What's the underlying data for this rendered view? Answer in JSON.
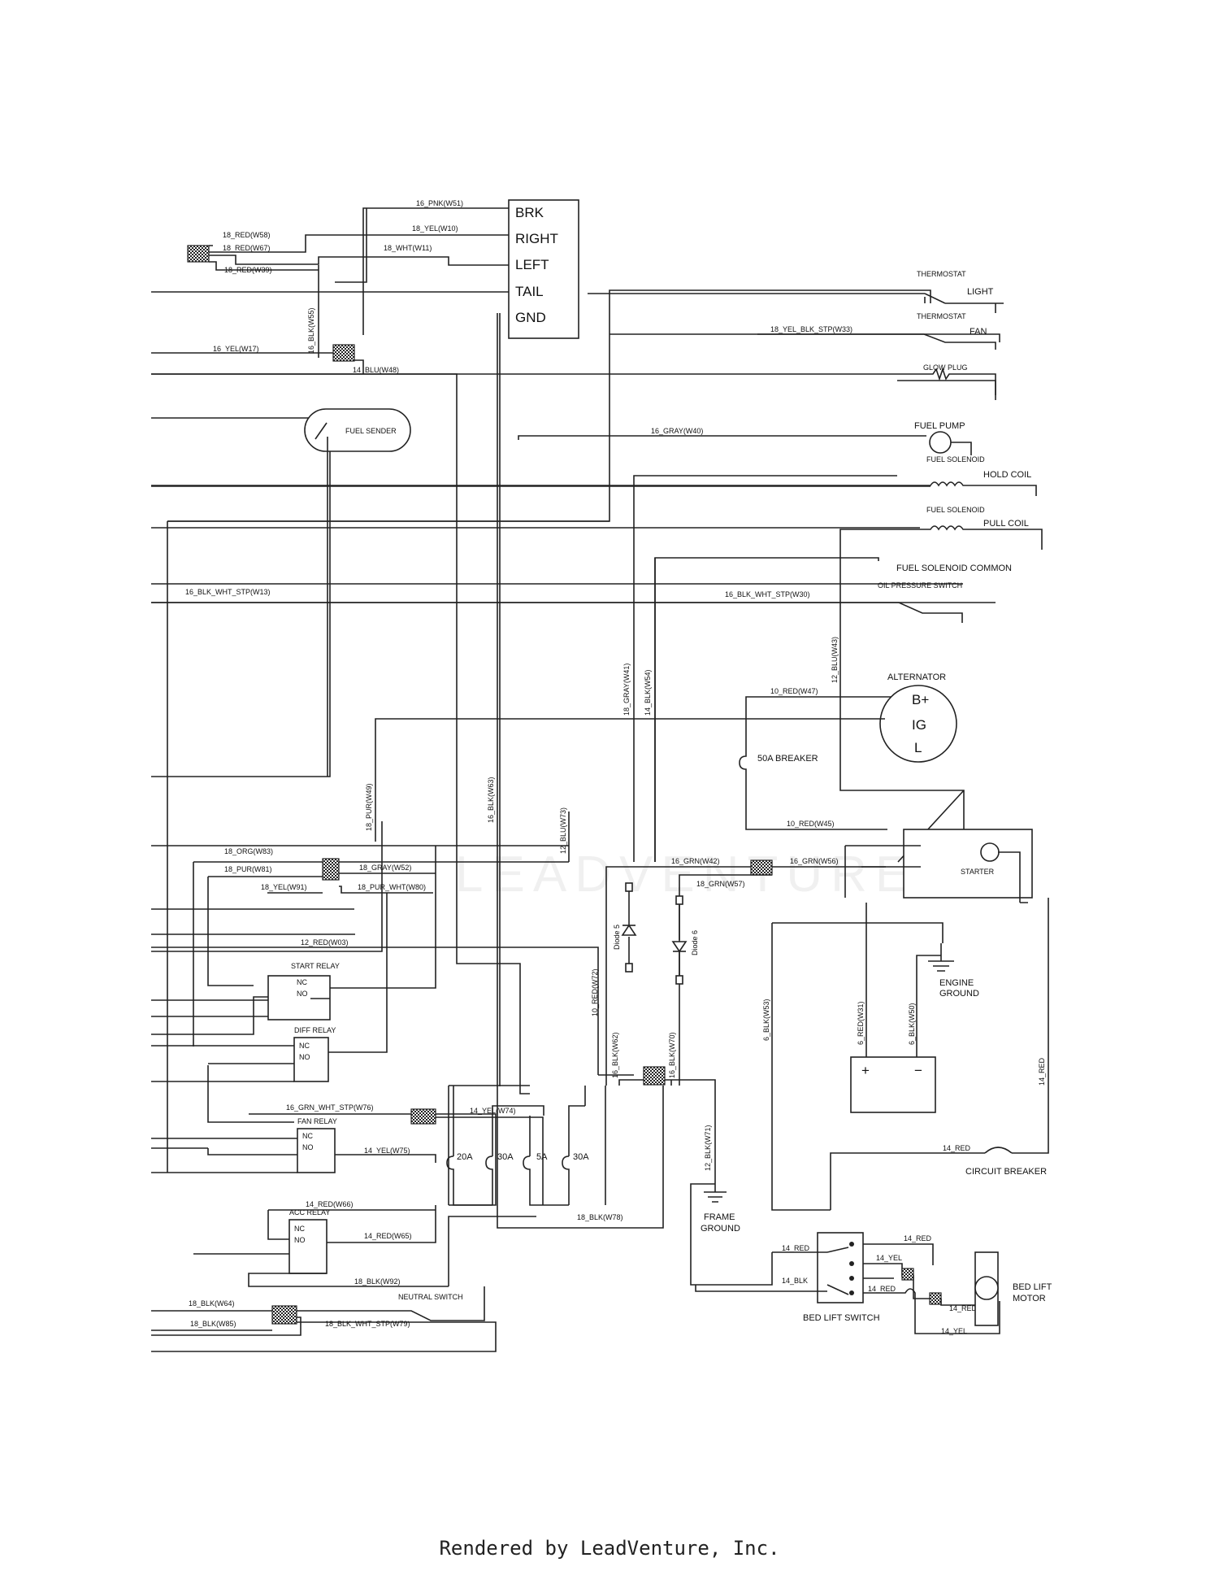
{
  "footer": "Rendered by LeadVenture, Inc.",
  "watermark": "LEADVENTURE",
  "connector_labels": {
    "brk": "BRK",
    "right": "RIGHT",
    "left": "LEFT",
    "tail": "TAIL",
    "gnd": "GND"
  },
  "components": {
    "light": "LIGHT",
    "fan": "FAN",
    "fuel_sender": "FUEL SENDER",
    "fuel_pump": "FUEL PUMP",
    "fuel_solenoid_small": "FUEL SOLENOID",
    "hold_coil": "HOLD COIL",
    "pull_coil": "PULL COIL",
    "fuel_solenoid_common": "FUEL SOLENOID COMMON",
    "oil_pressure_switch": "OIL PRESSURE SWITCH",
    "alternator": "ALTERNATOR",
    "alt_b": "B+",
    "alt_ig": "IG",
    "alt_l": "L",
    "breaker_50a": "50A BREAKER",
    "starter": "STARTER",
    "engine_ground_1": "ENGINE",
    "engine_ground_2": "GROUND",
    "circuit_breaker": "CIRCUIT BREAKER",
    "frame_ground_1": "FRAME",
    "frame_ground_2": "GROUND",
    "bed_lift_switch": "BED LIFT SWITCH",
    "bed_lift_motor_1": "BED LIFT",
    "bed_lift_motor_2": "MOTOR",
    "diode5": "Diode 5",
    "diode6": "Diode 6",
    "start_relay": "START RELAY",
    "diff_relay": "DIFF RELAY",
    "fan_relay": "FAN RELAY",
    "acc_relay": "ACC RELAY",
    "neutral_switch": "NEUTRAL SWITCH",
    "glow_plug": "GLOW PLUG",
    "thermostat1": "THERMOSTAT",
    "thermostat2": "THERMOSTAT",
    "nc": "NC",
    "no": "NO",
    "fuse_20a": "20A",
    "fuse_30a_1": "30A",
    "fuse_5a": "5A",
    "fuse_30a_2": "30A"
  },
  "wire_labels": {
    "w51": "16_PNK(W51)",
    "w10": "18_YEL(W10)",
    "w11": "18_WHT(W11)",
    "w58": "18_RED(W58)",
    "w67": "18_RED(W67)",
    "w39": "18_RED(W39)",
    "w17": "16_YEL(W17)",
    "w55": "16_BLK(W55)",
    "w48": "14_BLU(W48)",
    "w33": "18_YEL_BLK_STP(W33)",
    "w40": "16_GRAY(W40)",
    "w13": "16_BLK_WHT_STP(W13)",
    "w30": "16_BLK_WHT_STP(W30)",
    "w41": "18_GRAY(W41)",
    "w54": "14_BLK(W54)",
    "w43": "12_BLU(W43)",
    "w47": "10_RED(W47)",
    "w45": "10_RED(W45)",
    "w49": "18_PUR(W49)",
    "w63": "16_BLK(W63)",
    "w73": "12_BLU(W73)",
    "w83": "18_ORG(W83)",
    "w81": "18_PUR(W81)",
    "w52": "18_GRAY(W52)",
    "w91": "18_YEL(W91)",
    "w80": "18_PUR_WHT(W80)",
    "w42": "16_GRN(W42)",
    "w56": "16_GRN(W56)",
    "w57": "18_GRN(W57)",
    "w03": "12_RED(W03)",
    "w72": "10_RED(W72)",
    "w53": "6_BLK(W53)",
    "w31": "6_RED(W31)",
    "w50": "6_BLK(W50)",
    "w62": "16_BLK(W62)",
    "w70": "16_BLK(W70)",
    "red14": "14_RED",
    "w76": "16_GRN_WHT_STP(W76)",
    "w74": "14_YEL(W74)",
    "w75": "14_YEL(W75)",
    "w71": "12_BLK(W71)",
    "w66": "14_RED(W66)",
    "w65": "14_RED(W65)",
    "w78": "18_BLK(W78)",
    "w92": "18_BLK(W92)",
    "w64": "18_BLK(W64)",
    "w85": "18_BLK(W85)",
    "w79": "18_BLK_WHT_STP(W79)",
    "red14_cb": "14_RED",
    "red14_bls": "14_RED",
    "red14_sw1": "14_RED",
    "yel14_sw": "14_YEL",
    "red14_sw2": "14_RED",
    "red14_m": "14_RED",
    "blk14": "14_BLK",
    "yel14_m": "14_YEL"
  }
}
